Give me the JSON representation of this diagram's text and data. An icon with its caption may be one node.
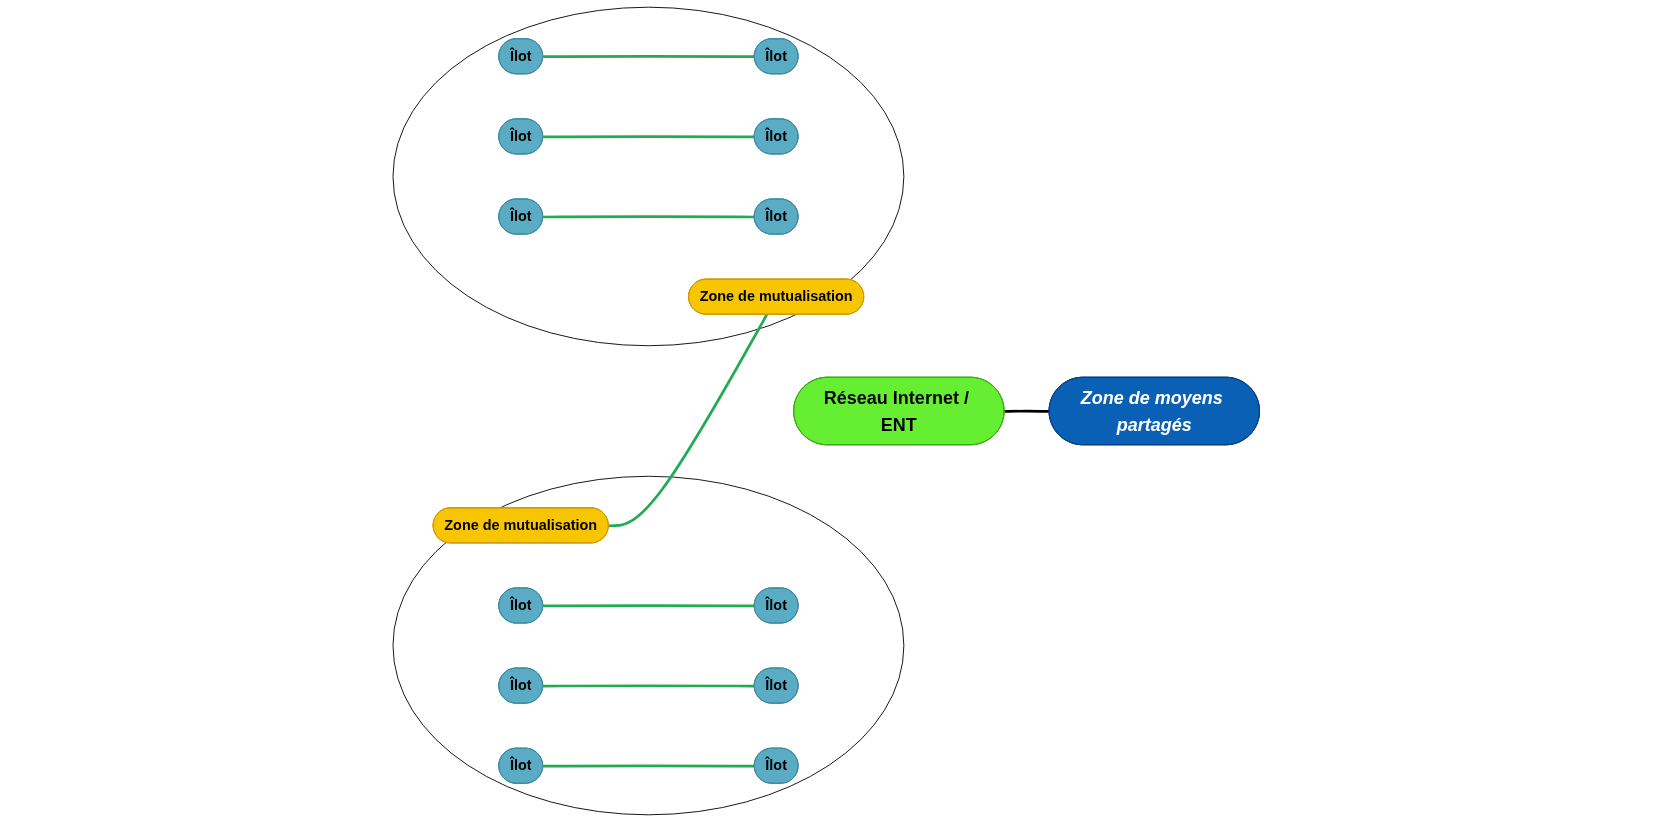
{
  "diagram": {
    "nodes": [
      {
        "text": [],
        "shape": "ellipse"
      },
      {
        "text": [
          "Zone de mutualisation"
        ],
        "in": 0
      },
      {
        "text": [
          "Îlot"
        ],
        "in": 0
      },
      {
        "text": [
          "Îlot"
        ],
        "in": 0
      },
      {
        "text": [
          "Îlot"
        ],
        "in": 0
      },
      {
        "text": [
          "Îlot"
        ],
        "in": 0
      },
      {
        "text": [
          "Îlot"
        ],
        "in": 0
      },
      {
        "text": [
          "Îlot"
        ],
        "in": 0
      },
      {
        "text": [
          "Réseau Internet / ENT"
        ]
      },
      {
        "text": [
          "Zone de moyens partagés"
        ]
      },
      {
        "text": [],
        "shape": "ellipse"
      },
      {
        "text": [
          "Îlot"
        ],
        "in": 10
      },
      {
        "text": [
          "Îlot"
        ],
        "in": 10
      },
      {
        "text": [
          "Îlot"
        ],
        "in": 10
      },
      {
        "text": [
          "Îlot"
        ],
        "in": 10
      },
      {
        "text": [
          "Îlot"
        ],
        "in": 10
      },
      {
        "text": [
          "Îlot"
        ],
        "in": 10
      },
      {
        "text": [
          "Zone de mutualisation"
        ],
        "in": 10
      }
    ],
    "edges": [
      {
        "from": 2,
        "to": 3,
        "arrow": "none"
      },
      {
        "from": 4,
        "to": 6,
        "arrow": "none"
      },
      {
        "from": 5,
        "to": 7,
        "arrow": "none"
      },
      {
        "from": 1,
        "to": 17,
        "arrow": "none"
      },
      {
        "from": 8,
        "to": 9,
        "arrow": "none",
        "color": "#000000"
      },
      {
        "from": 11,
        "to": 13,
        "arrow": "none"
      },
      {
        "from": 12,
        "to": 14,
        "arrow": "none"
      },
      {
        "from": 15,
        "to": 16,
        "arrow": "none"
      }
    ]
  }
}
